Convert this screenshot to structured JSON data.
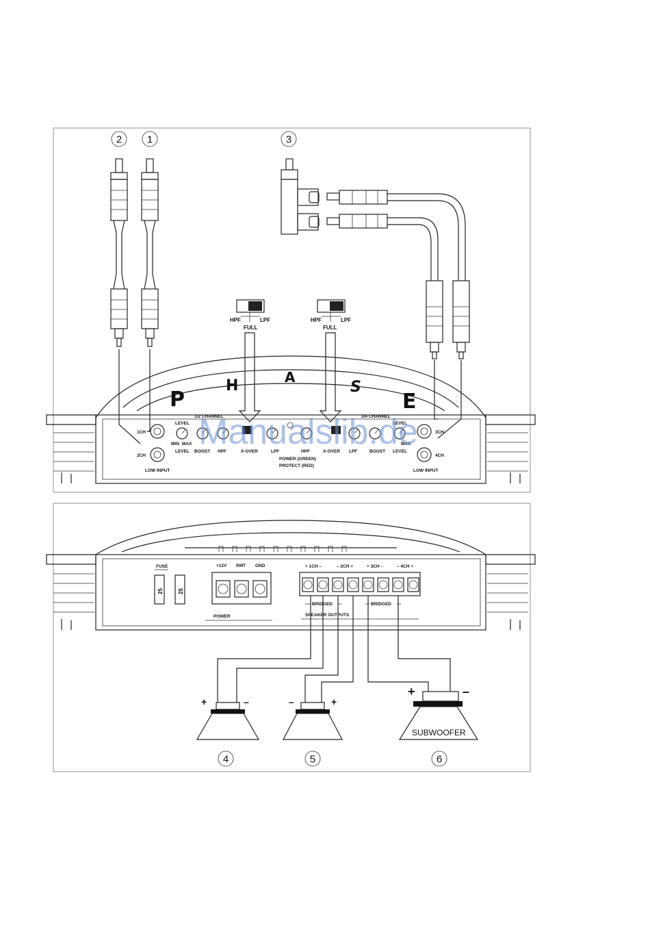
{
  "brand": {
    "letters": [
      "P",
      "H",
      "A",
      "S",
      "E"
    ]
  },
  "watermark": "Manualslib.de",
  "callouts": {
    "c1": "1",
    "c2": "2",
    "c3": "3",
    "c4": "4",
    "c5": "5",
    "c6": "6"
  },
  "crossover_switch": {
    "hpf": "HPF",
    "full": "FULL",
    "lpf": "LPF"
  },
  "top_panel": {
    "ch1": "1CH",
    "ch2": "2CH",
    "ch3": "3CH",
    "ch4": "4CH",
    "low_input_left": "LOW INPUT",
    "low_input_right": "LOW INPUT",
    "channel_12": "1/2 CHANNEL",
    "channel_34": "3/4 CHANNEL",
    "level": "LEVEL",
    "min": "MIN",
    "max": "MAX",
    "boost": "BOOST",
    "lpf": "LPF",
    "hpf": "HPF",
    "xover": "X-OVER",
    "power_green": "POWER (GREEN)",
    "protect_red": "PROTECT (RED)"
  },
  "bottom_panel": {
    "fuse": "FUSE",
    "fuse_value_1": "25",
    "fuse_value_2": "25",
    "plus12v": "+12V",
    "rmt": "RMT",
    "gnd": "GND",
    "power": "POWER",
    "ch1": "+ 1CH –",
    "ch2": "– 2CH +",
    "ch3": "+ 3CH –",
    "ch4": "– 4CH +",
    "bridged_left": "BRIDGED",
    "bridged_right": "BRIDGED",
    "speaker_outputs": "SPEAKER OUTPUTS"
  },
  "speakers": {
    "plus": "+",
    "minus": "–",
    "subwoofer": "SUBWOOFER"
  }
}
